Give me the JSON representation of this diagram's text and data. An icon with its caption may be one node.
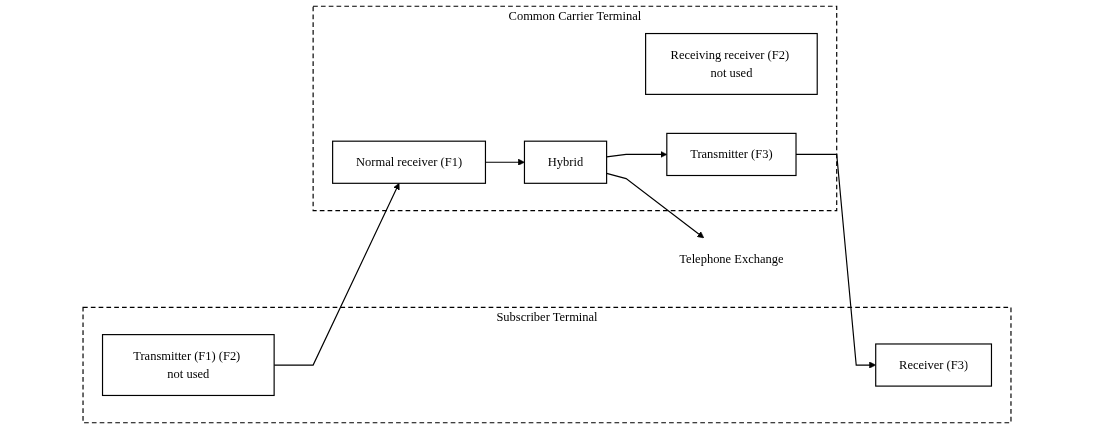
{
  "diagram": {
    "nodes": [
      {
        "text": [
          "Subscriber Terminal"
        ]
      },
      {
        "text": [
          "Transmitter (F1) (F2) not used"
        ],
        "in": 0
      },
      {
        "text": [
          "Receiver (F3)"
        ],
        "in": 0
      },
      {
        "text": [
          "Common Carrier Terminal"
        ]
      },
      {
        "text": [
          "Normal receiver (F1)"
        ],
        "in": 3
      },
      {
        "text": [
          "Receiving receiver (F2) not used"
        ],
        "in": 3
      },
      {
        "text": [
          "Hybrid"
        ],
        "in": 3
      },
      {
        "text": [
          "Transmitter (F3)"
        ],
        "in": 3
      },
      {
        "text": [
          "Telephone Exchange"
        ]
      }
    ],
    "edges": [
      {
        "from": 1,
        "to": 4,
        "arrow": "to"
      },
      {
        "from": 4,
        "to": 6,
        "arrow": "to"
      },
      {
        "from": 6,
        "to": 8,
        "arrow": "to"
      },
      {
        "from": 6,
        "to": 7,
        "arrow": "to"
      },
      {
        "from": 7,
        "to": 2,
        "arrow": "to"
      }
    ]
  }
}
